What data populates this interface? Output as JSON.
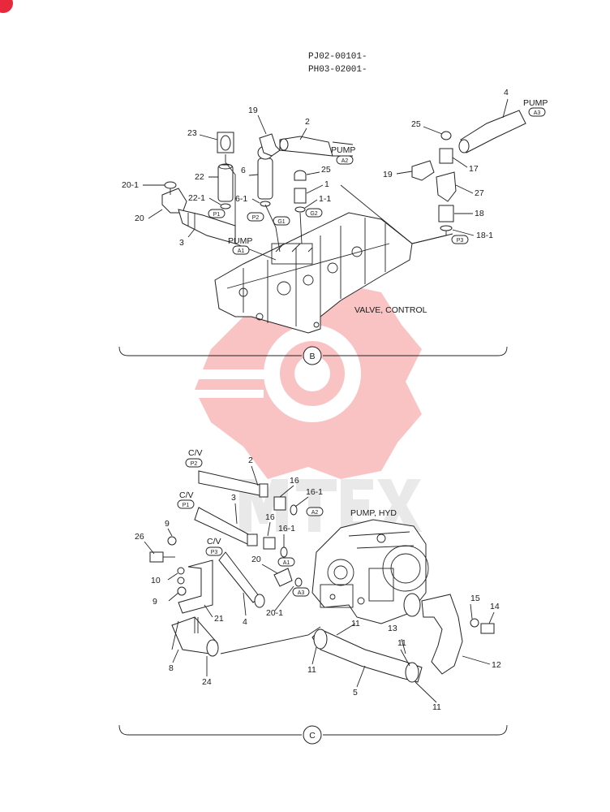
{
  "header": {
    "line1": "PJ02-00101-",
    "line2": "PH03-02001-"
  },
  "section_b": {
    "marker": "B",
    "valve_label": "VALVE, CONTROL",
    "pump_labels": [
      "PUMP",
      "PUMP",
      "PUMP"
    ],
    "port_tags": [
      "A2",
      "A1",
      "A3",
      "P1",
      "P2",
      "G1",
      "G2",
      "P3"
    ],
    "part_numbers": [
      "19",
      "2",
      "23",
      "22",
      "6",
      "25",
      "1",
      "20-1",
      "22-1",
      "6-1",
      "1-1",
      "20",
      "3",
      "4",
      "25",
      "17",
      "19",
      "27",
      "18",
      "18-1"
    ]
  },
  "section_c": {
    "marker": "C",
    "pump_label": "PUMP, HYD",
    "cv_labels": [
      "C/V",
      "C/V",
      "C/V"
    ],
    "port_tags": [
      "P2",
      "P1",
      "P3",
      "A2",
      "A1",
      "A3"
    ],
    "part_numbers": [
      "2",
      "16",
      "16-1",
      "3",
      "16",
      "16-1",
      "9",
      "26",
      "20",
      "10",
      "9",
      "21",
      "4",
      "20-1",
      "11",
      "13",
      "15",
      "14",
      "11",
      "12",
      "11",
      "8",
      "24",
      "5",
      "11"
    ]
  },
  "colors": {
    "watermark": "#ee2a2a",
    "line": "#222222",
    "corner_badge": "#e8283c"
  }
}
